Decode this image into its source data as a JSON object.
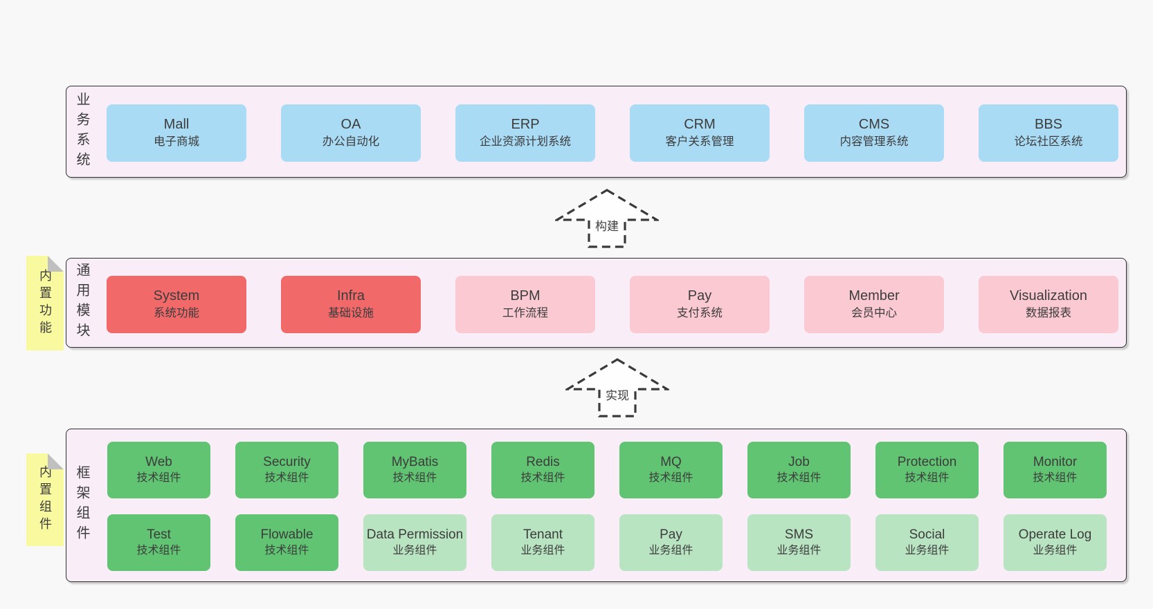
{
  "colors": {
    "page": "#f8f8f8",
    "panel": "#f9eef8",
    "text": "#3c3c3c",
    "blue": "#a9dbf5",
    "red": "#f2696a",
    "pink": "#fbc9d2",
    "green": "#60c472",
    "lgreen": "#b9e4c2",
    "tag": "#f9f9a0",
    "fold": "#c0c0c0"
  },
  "arrows": [
    {
      "label": "构建"
    },
    {
      "label": "实现"
    }
  ],
  "sections": [
    {
      "label": "业务系统",
      "rows": [
        [
          {
            "title": "Mall",
            "subtitle": "电子商城"
          },
          {
            "title": "OA",
            "subtitle": "办公自动化"
          },
          {
            "title": "ERP",
            "subtitle": "企业资源计划系统"
          },
          {
            "title": "CRM",
            "subtitle": "客户关系管理"
          },
          {
            "title": "CMS",
            "subtitle": "内容管理系统"
          },
          {
            "title": "BBS",
            "subtitle": "论坛社区系统"
          }
        ]
      ]
    },
    {
      "label": "通用模块",
      "tag": "内置功能",
      "rows": [
        [
          {
            "title": "System",
            "subtitle": "系统功能"
          },
          {
            "title": "Infra",
            "subtitle": "基础设施"
          },
          {
            "title": "BPM",
            "subtitle": "工作流程"
          },
          {
            "title": "Pay",
            "subtitle": "支付系统"
          },
          {
            "title": "Member",
            "subtitle": "会员中心"
          },
          {
            "title": "Visualization",
            "subtitle": "数据报表"
          }
        ]
      ]
    },
    {
      "label": "框架组件",
      "tag": "内置组件",
      "rows": [
        [
          {
            "title": "Web",
            "subtitle": "技术组件"
          },
          {
            "title": "Security",
            "subtitle": "技术组件"
          },
          {
            "title": "MyBatis",
            "subtitle": "技术组件"
          },
          {
            "title": "Redis",
            "subtitle": "技术组件"
          },
          {
            "title": "MQ",
            "subtitle": "技术组件"
          },
          {
            "title": "Job",
            "subtitle": "技术组件"
          },
          {
            "title": "Protection",
            "subtitle": "技术组件"
          },
          {
            "title": "Monitor",
            "subtitle": "技术组件"
          }
        ],
        [
          {
            "title": "Test",
            "subtitle": "技术组件"
          },
          {
            "title": "Flowable",
            "subtitle": "技术组件"
          },
          {
            "title": "Data Permission",
            "subtitle": "业务组件"
          },
          {
            "title": "Tenant",
            "subtitle": "业务组件"
          },
          {
            "title": "Pay",
            "subtitle": "业务组件"
          },
          {
            "title": "SMS",
            "subtitle": "业务组件"
          },
          {
            "title": "Social",
            "subtitle": "业务组件"
          },
          {
            "title": "Operate Log",
            "subtitle": "业务组件"
          }
        ]
      ]
    }
  ]
}
